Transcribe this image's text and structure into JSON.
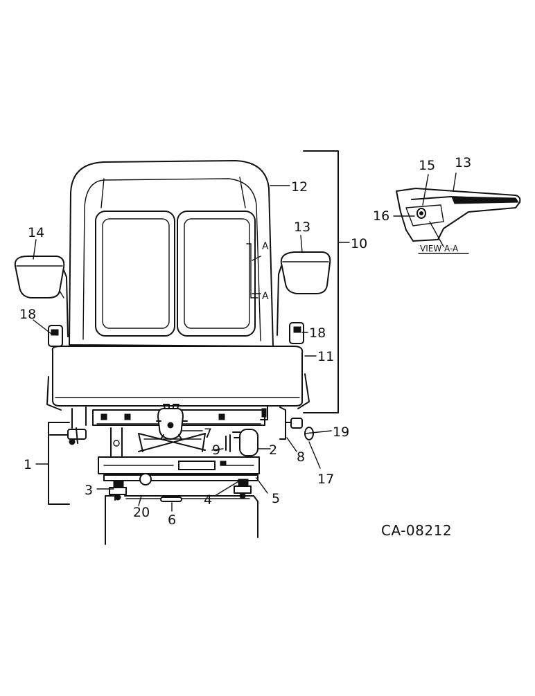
{
  "figure": {
    "code": "CA-08212",
    "view_caption": "VIEW A-A",
    "section_mark": "A"
  },
  "callouts": {
    "c1": "1",
    "c2": "2",
    "c3": "3",
    "c4": "4",
    "c5": "5",
    "c6": "6",
    "c7": "7",
    "c8": "8",
    "c9": "9",
    "c10": "10",
    "c11": "11",
    "c12": "12",
    "c13": "13",
    "c13b": "13",
    "c14": "14",
    "c15": "15",
    "c16": "16",
    "c17": "17",
    "c18l": "18",
    "c18r": "18",
    "c19": "19",
    "c20": "20"
  }
}
